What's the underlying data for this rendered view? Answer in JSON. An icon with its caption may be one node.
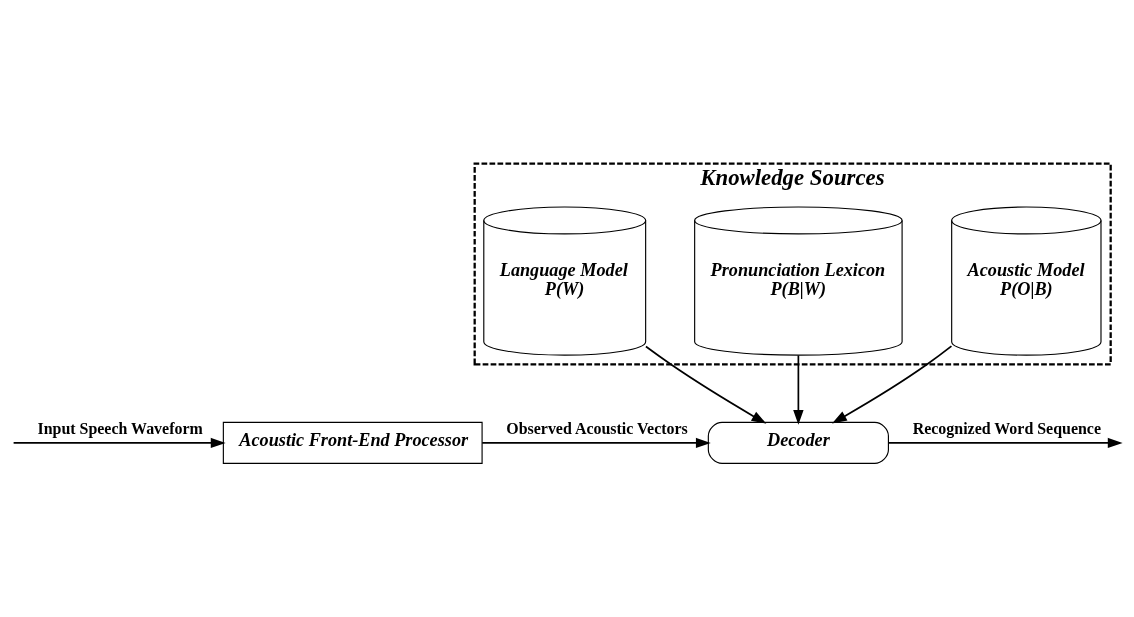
{
  "diagram": {
    "nodes": [
      {
        "text": [
          "Knowledge Sources"
        ]
      },
      {
        "text": [
          "Language Model",
          "P(W)"
        ],
        "in": 0
      },
      {
        "text": [
          "Pronunciation Lexicon",
          "P(B|W)"
        ],
        "in": 0
      },
      {
        "text": [
          "Acoustic Model",
          "P(O|B)"
        ],
        "in": 0
      },
      {
        "text": [
          "Acoustic Front-End Processor"
        ]
      },
      {
        "text": [
          "Decoder"
        ]
      }
    ],
    "edges": [
      {
        "from": 1,
        "to": 5,
        "arrow": "to"
      },
      {
        "from": 2,
        "to": 5,
        "arrow": "to"
      },
      {
        "from": 3,
        "to": 5,
        "arrow": "to"
      },
      {
        "from": null,
        "to": 4,
        "arrow": "to",
        "label": "Input Speech Waveform"
      },
      {
        "from": 4,
        "to": 5,
        "arrow": "to",
        "label": "Observed Acoustic Vectors"
      },
      {
        "from": 5,
        "to": null,
        "arrow": "to",
        "label": "Recognized Word Sequence"
      }
    ]
  }
}
